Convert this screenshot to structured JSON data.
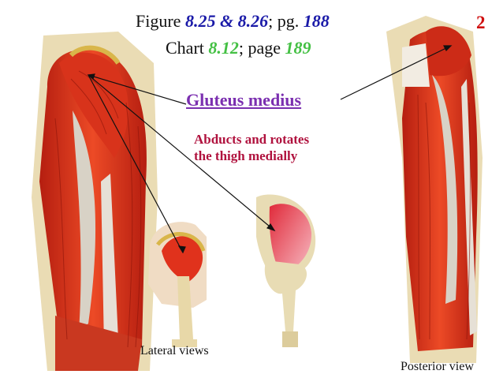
{
  "header": {
    "line1": {
      "prefix": "Figure ",
      "fig": "8.25 & 8.26",
      "mid": "; pg. ",
      "page": "188"
    },
    "line2": {
      "prefix": "Chart ",
      "chart": "8.12",
      "mid": "; page ",
      "page": "189"
    }
  },
  "slide_number": "2",
  "muscle": {
    "name": "Gluteus medius",
    "action_line1": "Abducts and rotates",
    "action_line2": "the thigh medially"
  },
  "captions": {
    "lateral": "Lateral views",
    "posterior": "Posterior view"
  },
  "colors": {
    "muscle_red": "#e0321c",
    "muscle_dark": "#a81c10",
    "tendon": "#d8d2c6",
    "bone": "#e8d8a8",
    "title_purple": "#7b2fb0",
    "action_red": "#b0123e",
    "blue_ref": "#1a1aa8",
    "green_ref": "#44c044"
  }
}
